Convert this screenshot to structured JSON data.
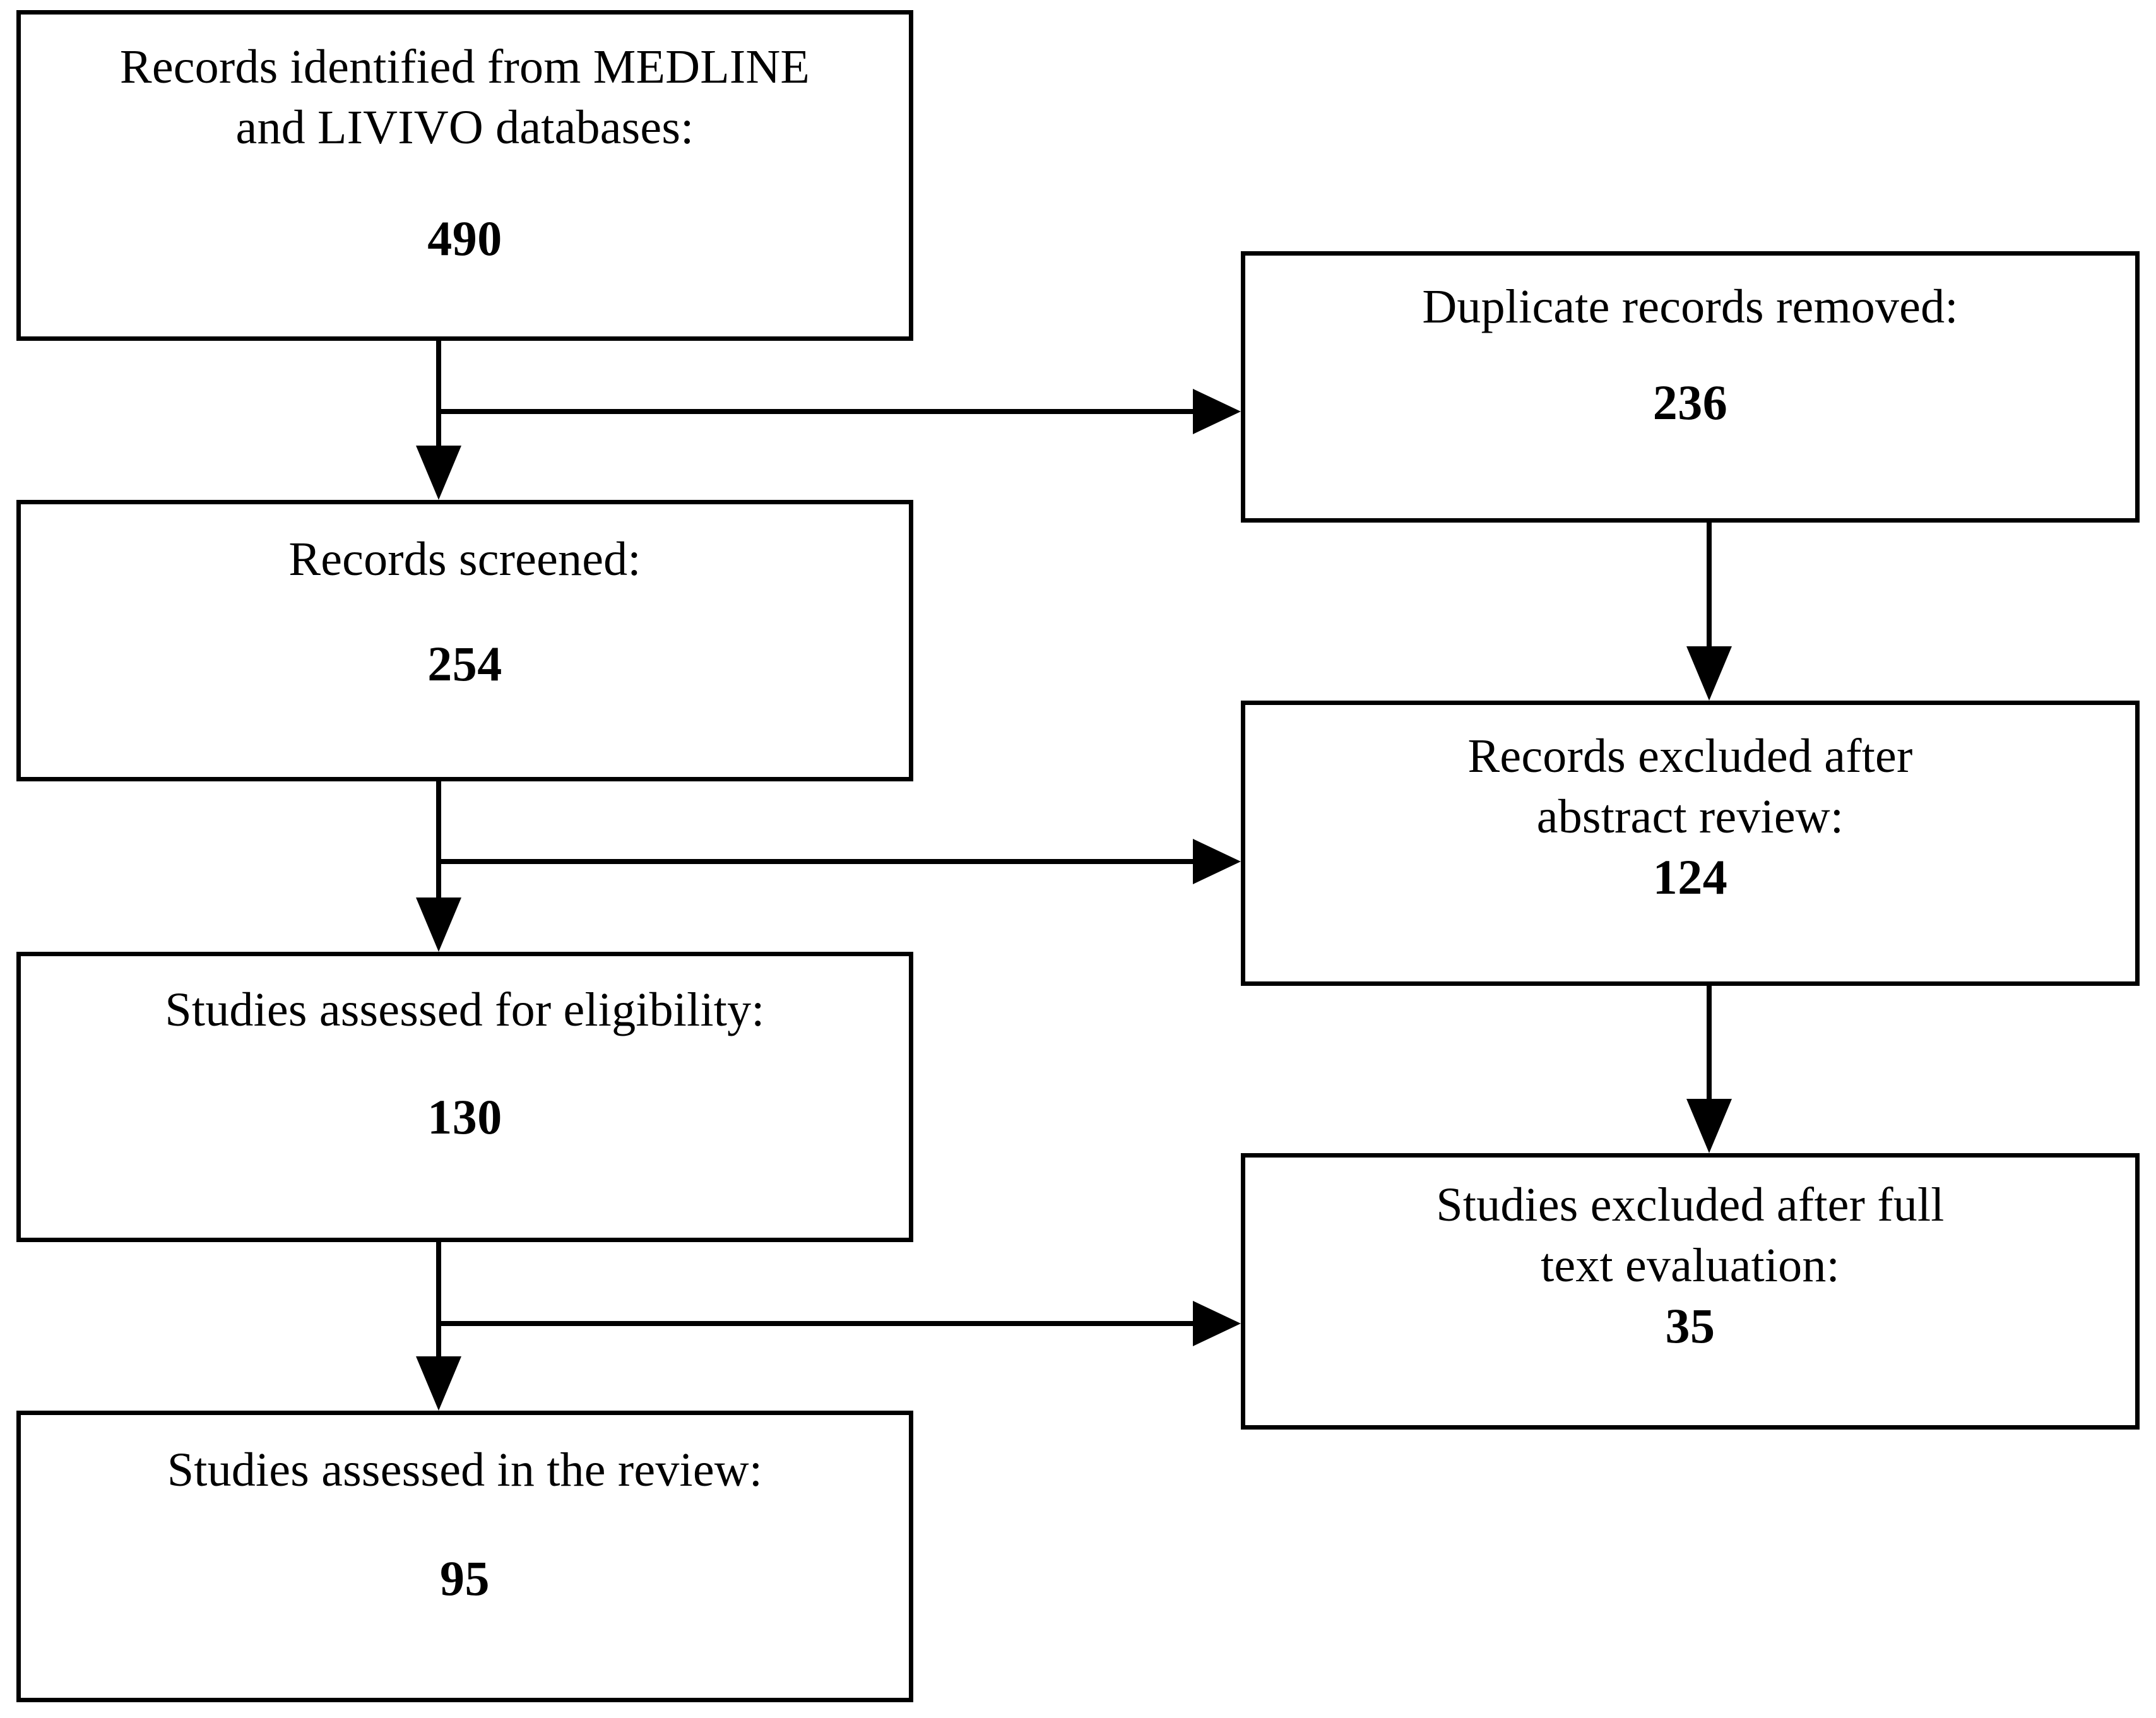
{
  "diagram": {
    "type": "prisma-flow-diagram",
    "title": "",
    "nodes": [
      {
        "id": "identified",
        "label": "Records identified from MEDLINE\nand LIVIVO databases:",
        "count": "490",
        "column": "left"
      },
      {
        "id": "duplicates",
        "label": "Duplicate records removed:",
        "count": "236",
        "column": "right"
      },
      {
        "id": "screened",
        "label": "Records screened:",
        "count": "254",
        "column": "left"
      },
      {
        "id": "excluded-abstract",
        "label": "Records excluded after\nabstract review:",
        "count": "124",
        "column": "right"
      },
      {
        "id": "eligibility",
        "label": "Studies assessed for eligibility:",
        "count": "130",
        "column": "left"
      },
      {
        "id": "excluded-fulltext",
        "label": "Studies excluded after full\ntext evaluation:",
        "count": "35",
        "column": "right"
      },
      {
        "id": "included",
        "label": "Studies assessed in the review:",
        "count": "95",
        "column": "left"
      }
    ],
    "edges": [
      {
        "id": "identified-to-screened",
        "from": "identified",
        "to": "screened",
        "direction": "down"
      },
      {
        "id": "identified-to-duplicates",
        "from": "identified",
        "to": "duplicates",
        "direction": "right"
      },
      {
        "id": "duplicates-to-excluded-abstract",
        "from": "duplicates",
        "to": "excluded-abstract",
        "direction": "down"
      },
      {
        "id": "screened-to-eligibility",
        "from": "screened",
        "to": "eligibility",
        "direction": "down"
      },
      {
        "id": "screened-to-excluded-abstract",
        "from": "screened",
        "to": "excluded-abstract",
        "direction": "right"
      },
      {
        "id": "excluded-abstract-to-excluded-fulltext",
        "from": "excluded-abstract",
        "to": "excluded-fulltext",
        "direction": "down"
      },
      {
        "id": "eligibility-to-included",
        "from": "eligibility",
        "to": "included",
        "direction": "down"
      },
      {
        "id": "eligibility-to-excluded-fulltext",
        "from": "eligibility",
        "to": "excluded-fulltext",
        "direction": "right"
      }
    ],
    "colors": {
      "border": "#000000",
      "text": "#000000",
      "background": "#ffffff",
      "connector": "#000000"
    }
  }
}
